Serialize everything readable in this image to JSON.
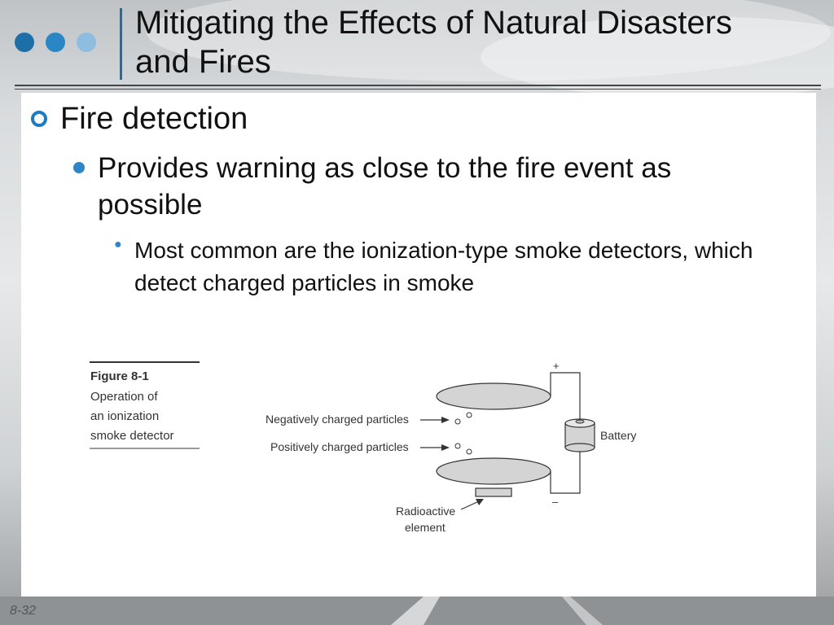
{
  "slide": {
    "title": "Mitigating the Effects of Natural Disasters and Fires",
    "page_number": "8-32"
  },
  "bullets": {
    "level1": "Fire detection",
    "level2": "Provides warning as close to the fire event as possible",
    "level3": "Most common are the ionization-type smoke detectors, which detect charged particles in smoke"
  },
  "figure": {
    "caption_title": "Figure 8-1",
    "caption_line1": "Operation of",
    "caption_line2": "an ionization",
    "caption_line3": "smoke detector",
    "label_negative": "Negatively charged particles",
    "label_positive": "Positively charged particles",
    "label_battery": "Battery",
    "label_radioactive_1": "Radioactive",
    "label_radioactive_2": "element",
    "label_plus": "+",
    "label_minus": "–"
  },
  "colors": {
    "dot1": "#1d6fa8",
    "dot2": "#2a86c4",
    "dot3": "#8fbde0",
    "accent": "#1f6fa5"
  }
}
